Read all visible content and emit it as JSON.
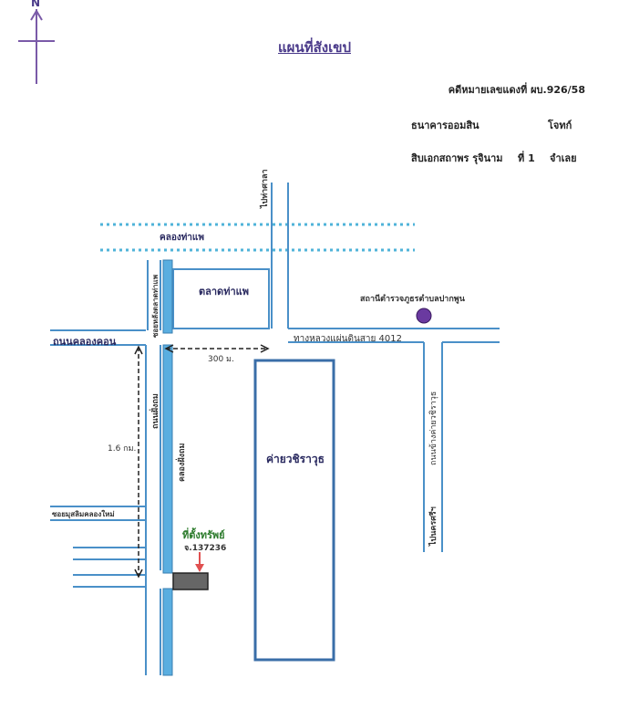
{
  "map": {
    "north_label": "N",
    "title": "แผนที่สังเขป",
    "case_number": "คดีหมายเลขแดงที่ ผบ.926/58",
    "plaintiff": "ธนาคารออมสิน",
    "plaintiff_role": "โจทก์",
    "defendant": "สิบเอกสถาพร รุจินาม",
    "defendant_number": "ที่ 1",
    "defendant_role": "จำเลย",
    "labels": {
      "to_tha_sala": "ไปท่าศาลา",
      "khlong_tha_phae": "คลองท่าแพ",
      "talat_tha_phae": "ตลาดท่าแพ",
      "soi_lang_talat": "ซอยหลังตลาดท่าแพ",
      "police_station": "สถานีตำรวจภูธรตำบลปากพูน",
      "thanon_khlong_khon": "ถนนคลองคอน",
      "highway_4012": "ทางหลวงแผ่นดินสาย 4012",
      "distance_300": "300 ม.",
      "thanon_phang_thom": "ถนนฝั่งถม",
      "khlong_phang_thom": "คลองฝั่งถม",
      "distance_1_6": "1.6 กม.",
      "camp": "ค่ายวชิราวุธ",
      "thanon_camp": "ถนนข้างค่ายวชิราวุธ",
      "to_nakhon_si": "ไปนครศรีฯ",
      "soi_left": "ซอยมุสลิมคลองใหม่",
      "property_title": "ที่ตั้งทรัพย์",
      "deed_number": "จ.137236"
    },
    "colors": {
      "road": "#4a90c8",
      "canal": "#5aaee0",
      "dotted": "#4fb3d9",
      "property": "#666666",
      "arrow": "#e05050",
      "police": "#6a3aa0",
      "north": "#7a5aa8"
    }
  }
}
